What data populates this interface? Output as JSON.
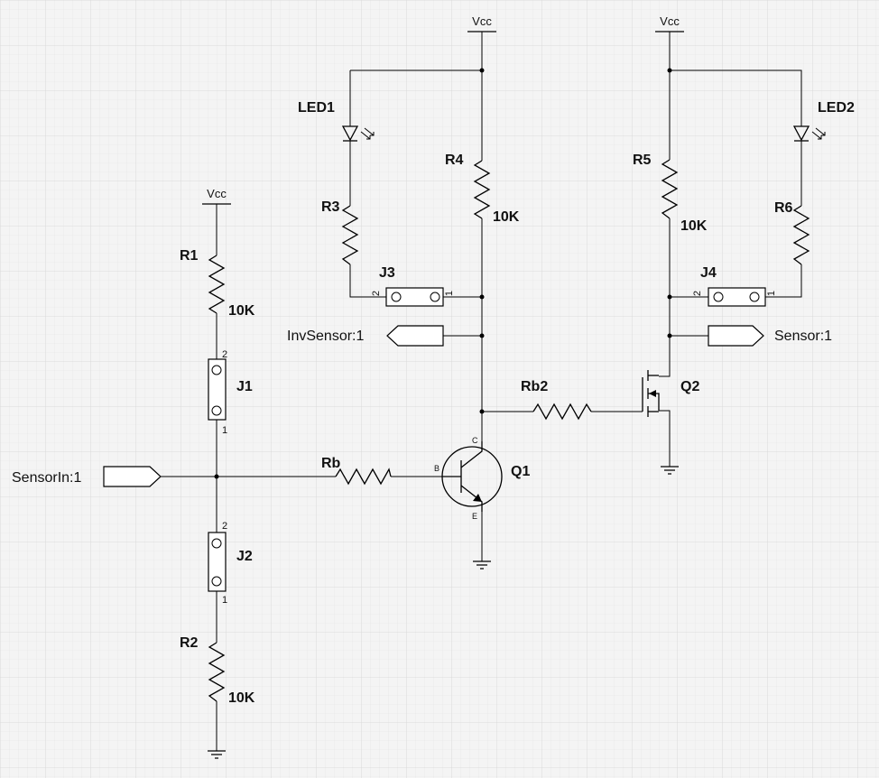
{
  "power": {
    "vcc_label": "Vcc"
  },
  "components": {
    "R1": {
      "ref": "R1",
      "value": "10K"
    },
    "R2": {
      "ref": "R2",
      "value": "10K"
    },
    "R3": {
      "ref": "R3"
    },
    "R4": {
      "ref": "R4",
      "value": "10K"
    },
    "R5": {
      "ref": "R5",
      "value": "10K"
    },
    "R6": {
      "ref": "R6"
    },
    "Rb": {
      "ref": "Rb"
    },
    "Rb2": {
      "ref": "Rb2"
    },
    "J1": {
      "ref": "J1",
      "pin_top": "2",
      "pin_bottom": "1"
    },
    "J2": {
      "ref": "J2",
      "pin_top": "2",
      "pin_bottom": "1"
    },
    "J3": {
      "ref": "J3",
      "pin_left": "2",
      "pin_right": "1"
    },
    "J4": {
      "ref": "J4",
      "pin_left": "2",
      "pin_right": "1"
    },
    "LED1": {
      "ref": "LED1"
    },
    "LED2": {
      "ref": "LED2"
    },
    "Q1": {
      "ref": "Q1",
      "lead_b": "B",
      "lead_c": "C",
      "lead_e": "E"
    },
    "Q2": {
      "ref": "Q2"
    }
  },
  "nets": {
    "sensor_in": "SensorIn:1",
    "inv_sensor": "InvSensor:1",
    "sensor": "Sensor:1"
  }
}
